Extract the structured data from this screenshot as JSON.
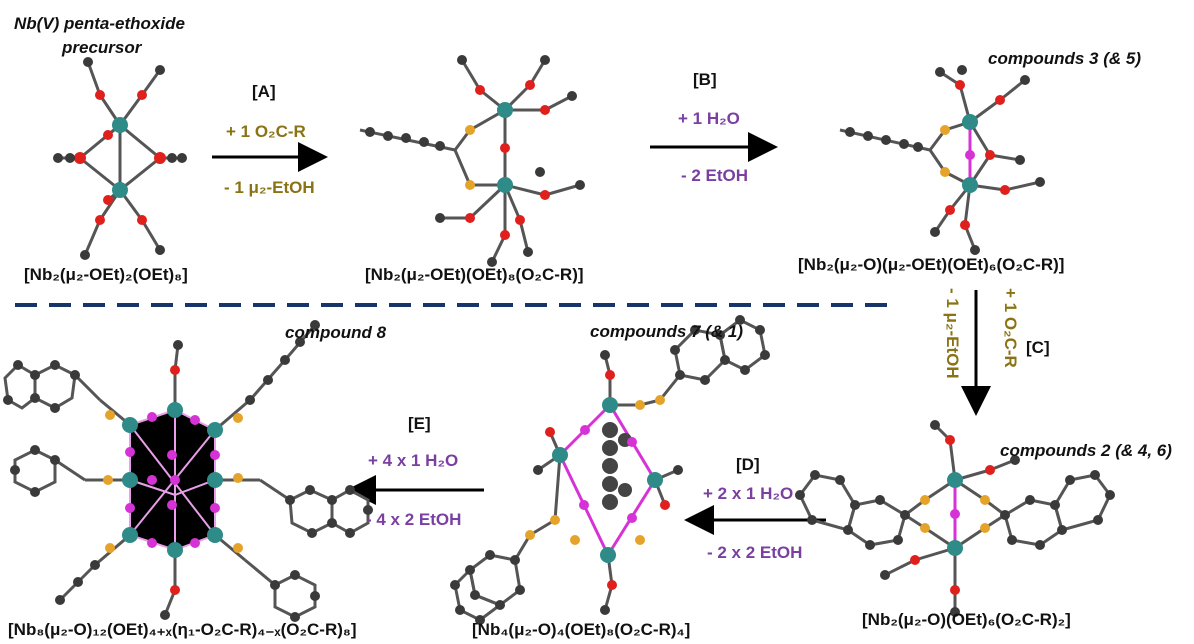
{
  "colors": {
    "niobium": "#2e8b88",
    "oxygen": "#e0201c",
    "carbon": "#3a3a3a",
    "oxo": "#d633d6",
    "carboxylate_o": "#e6a32a",
    "gold_text": "#8a7314",
    "purple_text": "#7a3fa1",
    "divider": "#17356b"
  },
  "titles": {
    "precursor_line1": "Nb(V) penta-ethoxide",
    "precursor_line2": "precursor",
    "compounds_3_5": "compounds 3 (& 5)",
    "compound_8": "compound 8",
    "compounds_7_1": "compounds 7 (& 1)",
    "compounds_2_4_6": "compounds 2 (& 4, 6)"
  },
  "steps": {
    "A": {
      "label": "[A]",
      "reagent_add": "+ 1 O₂C-R",
      "reagent_remove": "- 1 μ₂-EtOH"
    },
    "B": {
      "label": "[B]",
      "reagent_add": "+ 1 H₂O",
      "reagent_remove": "- 2 EtOH"
    },
    "C": {
      "label": "[C]",
      "reagent_add": "+ 1 O₂C-R",
      "reagent_remove": "- 1 μ₂-EtOH"
    },
    "D": {
      "label": "[D]",
      "reagent_add": "+ 2 x 1 H₂O",
      "reagent_remove": "- 2 x 2 EtOH"
    },
    "E": {
      "label": "[E]",
      "reagent_add": "+ 4 x 1 H₂O",
      "reagent_remove": "- 4 x 2 EtOH"
    }
  },
  "formulas": {
    "precursor": "[Nb₂(μ₂-OEt)₂(OEt)₈]",
    "step_A_product": "[Nb₂(μ₂-OEt)(OEt)₈(O₂C-R)]",
    "compounds_3_5": "[Nb₂(μ₂-O)(μ₂-OEt)(OEt)₆(O₂C-R)]",
    "compounds_2_4_6": "[Nb₂(μ₂-O)(OEt)₆(O₂C-R)₂]",
    "compounds_7_1": "[Nb₄(μ₂-O)₄(OEt)₈(O₂C-R)₄]",
    "compound_8": "[Nb₈(μ₂-O)₁₂(OEt)₄₊ₓ(η₁-O₂C-R)₄₋ₓ(O₂C-R)₈]"
  }
}
